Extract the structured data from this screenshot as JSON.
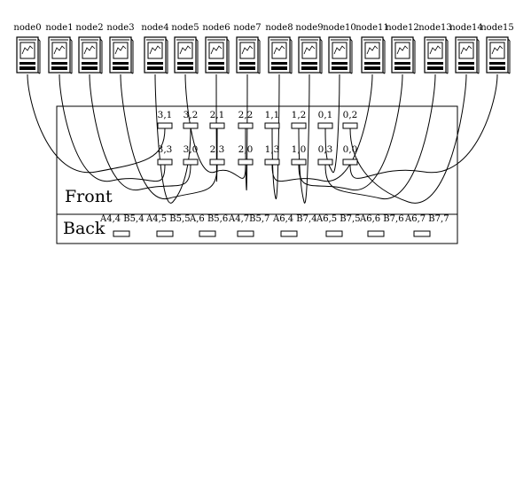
{
  "nodes": [
    "node0",
    "node1",
    "node2",
    "node3",
    "node4",
    "node5",
    "node6",
    "node7",
    "node8",
    "node9",
    "node10",
    "node11",
    "node12",
    "node13",
    "node14",
    "node15"
  ],
  "front": {
    "label": "Front",
    "row1": [
      "3,1",
      "3,2",
      "2,1",
      "2,2",
      "1,1",
      "1,2",
      "0,1",
      "0,2"
    ],
    "row2": [
      "3,3",
      "3,0",
      "2,3",
      "2,0",
      "1,3",
      "1,0",
      "0,3",
      "0,0"
    ]
  },
  "back": {
    "label": "Back",
    "ports": [
      "A4,4 B5,4",
      "A4,5 B5,5",
      "A,6 B5,6",
      "A4,7B5,7",
      "A6,4 B7,4",
      "A6,5 B7,5",
      "A6,6 B7,6",
      "A6,7 B7,7"
    ]
  },
  "connections": [
    {
      "node": "node0",
      "port": "3,1"
    },
    {
      "node": "node1",
      "port": "3,3"
    },
    {
      "node": "node2",
      "port": "3,0"
    },
    {
      "node": "node3",
      "port": "2,3"
    },
    {
      "node": "node4",
      "port": "3,2"
    },
    {
      "node": "node5",
      "port": "2,0"
    },
    {
      "node": "node6",
      "port": "2,1"
    },
    {
      "node": "node7",
      "port": "2,2"
    },
    {
      "node": "node8",
      "port": "1,1"
    },
    {
      "node": "node9",
      "port": "1,2"
    },
    {
      "node": "node10",
      "port": "0,1"
    },
    {
      "node": "node11",
      "port": "1,3"
    },
    {
      "node": "node12",
      "port": "1,0"
    },
    {
      "node": "node13",
      "port": "0,3"
    },
    {
      "node": "node14",
      "port": "0,2"
    },
    {
      "node": "node15",
      "port": "0,0"
    }
  ]
}
